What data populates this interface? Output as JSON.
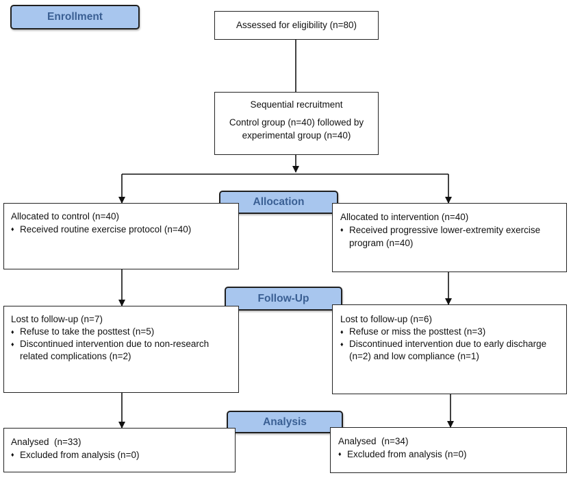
{
  "stages": {
    "enrollment": "Enrollment",
    "allocation": "Allocation",
    "follow_up": "Follow-Up",
    "analysis": "Analysis"
  },
  "assessed": "Assessed for eligibility (n=80)",
  "recruitment": {
    "title": "Sequential recruitment",
    "description": "Control group (n=40) followed by experimental group (n=40)"
  },
  "control": {
    "allocated": {
      "heading": "Allocated to control (n=40)",
      "items": [
        "Received routine exercise protocol (n=40)"
      ]
    },
    "follow_up": {
      "heading": "Lost to follow-up (n=7)",
      "items": [
        "Refuse to take the posttest (n=5)",
        "Discontinued intervention due to non-research related complications (n=2)"
      ]
    },
    "analysis": {
      "heading": "Analysed  (n=33)",
      "items": [
        "Excluded from analysis (n=0)"
      ]
    }
  },
  "intervention": {
    "allocated": {
      "heading": "Allocated to intervention (n=40)",
      "items": [
        "Received progressive lower-extremity exercise program (n=40)"
      ]
    },
    "follow_up": {
      "heading": "Lost to follow-up (n=6)",
      "items": [
        "Refuse or miss the posttest (n=3)",
        "Discontinued intervention due to early discharge (n=2) and low compliance (n=1)"
      ]
    },
    "analysis": {
      "heading": "Analysed  (n=34)",
      "items": [
        "Excluded from analysis (n=0)"
      ]
    }
  },
  "bullet_symbol": "♦"
}
